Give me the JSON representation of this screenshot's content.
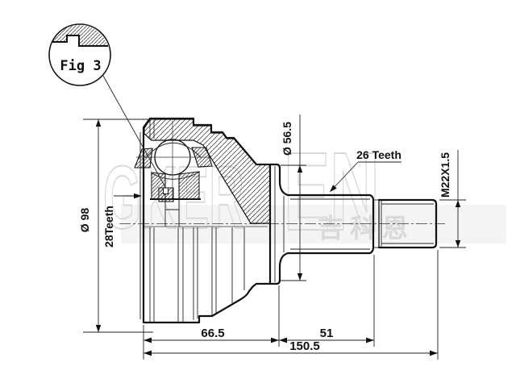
{
  "figure": {
    "label": "Fig 3"
  },
  "dimensions": {
    "housing_outer_diameter": "Ø 98",
    "inner_spline": "28Teeth",
    "flange_diameter": "Ø 56.5",
    "outer_spline": "26 Teeth",
    "thread_spec": "M22X1.5",
    "housing_length": "66.5",
    "shaft_length": "51",
    "total_length": "150.5"
  },
  "watermark": {
    "latin_1": "GKER",
    "latin_2": "EN",
    "chinese": "吉科恩"
  },
  "colors": {
    "line": "#111111",
    "watermark": "#d9d9d9",
    "band": "#f4f4f4",
    "background": "#ffffff"
  }
}
